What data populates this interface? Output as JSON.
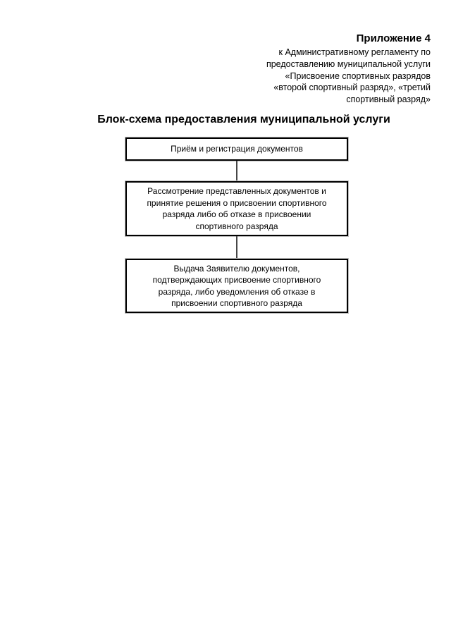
{
  "header": {
    "appendix_title": "Приложение 4",
    "lines": [
      "к Административному регламенту по",
      "предоставлению муниципальной услуги",
      "«Присвоение спортивных разрядов",
      "«второй спортивный разряд», «третий",
      "спортивный разряд»"
    ]
  },
  "title": "Блок-схема предоставления муниципальной услуги",
  "flowchart": {
    "boxes": [
      {
        "id": "reception",
        "lines": [
          "Приём и регистрация документов"
        ]
      },
      {
        "id": "review",
        "lines": [
          "Рассмотрение представленных документов и",
          "принятие решения о присвоении спортивного",
          "разряда либо об отказе в присвоении",
          "спортивного разряда"
        ]
      },
      {
        "id": "issuance",
        "lines": [
          "Выдача Заявителю документов,",
          "подтверждающих присвоение спортивного",
          "разряда, либо уведомления об отказе в",
          "присвоении спортивного разряда"
        ]
      }
    ],
    "colors": {
      "box_border": "#000000",
      "connector": "#474747",
      "text": "#000000",
      "page_background": "#ffffff"
    }
  }
}
